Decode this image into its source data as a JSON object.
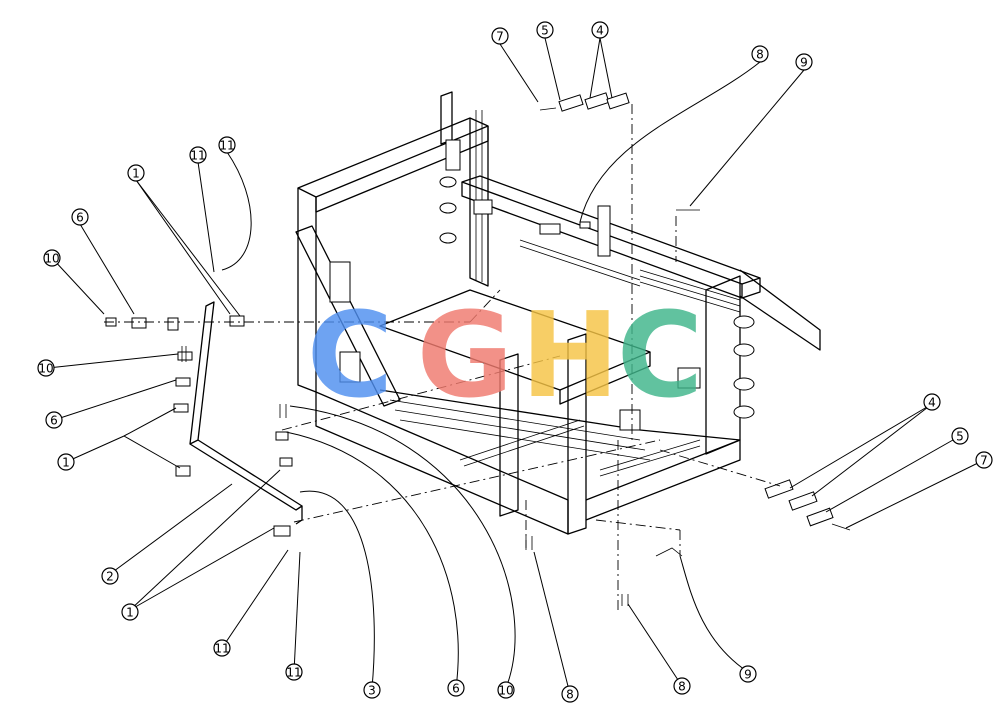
{
  "watermark": {
    "letters": [
      "C",
      "G",
      "H",
      "C"
    ],
    "colors": [
      "#4f8ff0",
      "#f07a6e",
      "#f6c445",
      "#3fb58a"
    ]
  },
  "callouts": [
    {
      "label": "7"
    },
    {
      "label": "5"
    },
    {
      "label": "4"
    },
    {
      "label": "8"
    },
    {
      "label": "9"
    },
    {
      "label": "11"
    },
    {
      "label": "11"
    },
    {
      "label": "1"
    },
    {
      "label": "6"
    },
    {
      "label": "10"
    },
    {
      "label": "10"
    },
    {
      "label": "6"
    },
    {
      "label": "1"
    },
    {
      "label": "2"
    },
    {
      "label": "1"
    },
    {
      "label": "11"
    },
    {
      "label": "11"
    },
    {
      "label": "3"
    },
    {
      "label": "6"
    },
    {
      "label": "10"
    },
    {
      "label": "8"
    },
    {
      "label": "8"
    },
    {
      "label": "9"
    },
    {
      "label": "4"
    },
    {
      "label": "5"
    },
    {
      "label": "7"
    }
  ]
}
